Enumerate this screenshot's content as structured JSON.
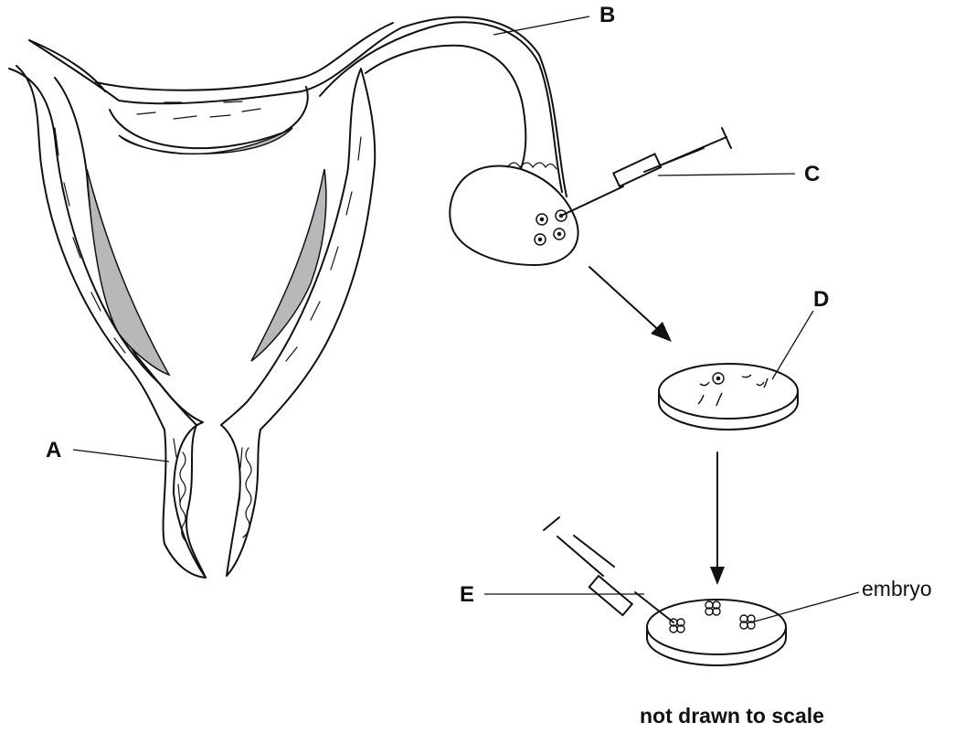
{
  "labels": {
    "a": "A",
    "b": "B",
    "c": "C",
    "d": "D",
    "e": "E",
    "embryo": "embryo"
  },
  "caption": "not drawn to scale",
  "colors": {
    "ink": "#111111",
    "shading": "#b8b8bb",
    "background": "#ffffff"
  }
}
